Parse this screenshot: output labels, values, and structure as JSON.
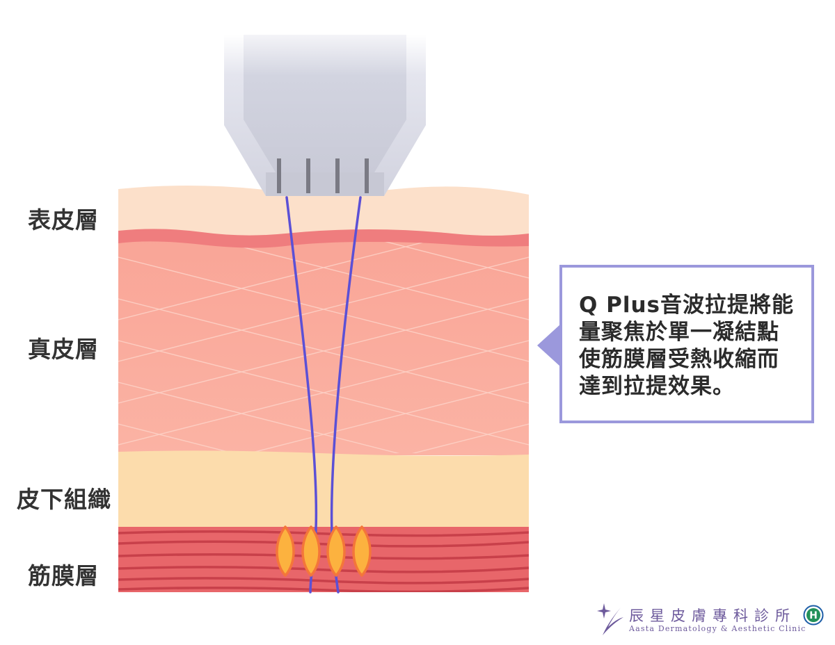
{
  "layers": [
    {
      "id": "epidermis",
      "label": "表皮層"
    },
    {
      "id": "dermis",
      "label": "真皮層"
    },
    {
      "id": "subcutis",
      "label": "皮下組織"
    },
    {
      "id": "smas",
      "label": "筋膜層"
    }
  ],
  "callout": {
    "lines": [
      "Q Plus音波拉提將能",
      "量聚焦於單一凝結點",
      "使筋膜層受熱收縮而",
      "達到拉提效果。"
    ]
  },
  "logo": {
    "name_cn": "辰星皮膚專科診所",
    "name_en": "Aasta Dermatology & Aesthetic Clinic",
    "badge_letter": "H"
  },
  "colors": {
    "epidermis": "#fce0ca",
    "dermis_band": "#ef7d7e",
    "dermis": "#f9a899",
    "subcutis": "#fcdcac",
    "smas": "#e8666a",
    "smas_fiber": "#c8404a",
    "beam": "#5b50d6",
    "flame_fill": "#fcb23f",
    "flame_outline": "#f4763a",
    "device_body": "#cfd1de",
    "device_tip": "#c7c8d4",
    "device_pins": "#7a7a84",
    "callout_border": "#9b98dc",
    "logo_purple": "#6d5a9c",
    "badge_green": "#23915a"
  }
}
